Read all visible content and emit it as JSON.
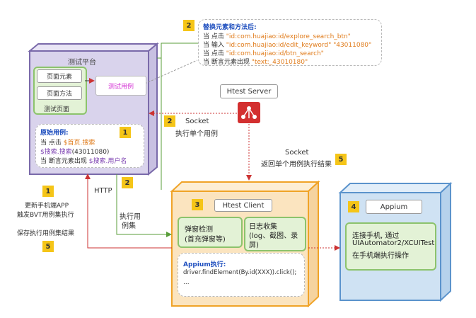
{
  "colors": {
    "platform_fill": "#d9d3ec",
    "platform_stroke": "#7a6aaa",
    "client_fill": "#fbe4bf",
    "client_stroke": "#f0a327",
    "appium_fill": "#cfe2f3",
    "appium_stroke": "#5b93cc",
    "arrow_red": "#cc3333",
    "arrow_green": "#5a9e3a",
    "badge": "#f5c518"
  },
  "platform": {
    "title": "测试平台",
    "page_element": "页面元素",
    "page_method": "页面方法",
    "test_page": "测试页面",
    "test_case": "测试用例",
    "orig_title": "原始用例:",
    "orig_line1_a": "当 点击 ",
    "orig_line1_b": "$首页.搜索",
    "orig_line2_a": "$搜索.搜索",
    "orig_line2_b": "(43011080)",
    "orig_line3_a": "当 断言元素出现 ",
    "orig_line3_b": "$搜索.用户名",
    "badge": "1"
  },
  "replace": {
    "badge": "2",
    "title": "替换元素和方法后:",
    "l1_a": "当 点击 ",
    "l1_b": "\"id:com.huajiao:id/explore_search_btn\"",
    "l2_a": "当 输入 ",
    "l2_b": "\"id:com.huajiao:id/edit_keyword\" \"43011080\"",
    "l3_a": "当 点击 ",
    "l3_b": "\"id:com.huajiao:id/btn_search\"",
    "l4_a": "当 断言元素出现 ",
    "l4_b": "\"text:_43010180\""
  },
  "server": {
    "label": "Htest Server"
  },
  "socket1": {
    "badge": "2",
    "line1": "Socket",
    "line2": "执行单个用例"
  },
  "socket2": {
    "line1": "Socket",
    "line2": "返回单个用例执行结果",
    "badge": "5"
  },
  "http": {
    "label": "HTTP",
    "badge": "2",
    "exec_line1": "执行用",
    "exec_line2": "例集"
  },
  "left_notes": {
    "badge1": "1",
    "line1": "更新手机端APP",
    "line2": "触发BVT用例集执行",
    "line3": "保存执行用例集结果",
    "badge5": "5"
  },
  "client": {
    "badge": "3",
    "label": "Htest Client",
    "popup_line1": "弹窗检测",
    "popup_line2": "(首充弹窗等)",
    "log_line1": "日志收集",
    "log_line2": "(log、截图、录",
    "log_line3": "屏)",
    "exec_title": "Appium执行:",
    "exec_code": "driver.findElement(By.id(XXX)).click();",
    "exec_more": "..."
  },
  "appium": {
    "badge": "4",
    "label": "Appium",
    "line1": "连接手机, 通过",
    "line2": "UIAutomator2/XCUITest",
    "line3": "在手机端执行操作"
  }
}
